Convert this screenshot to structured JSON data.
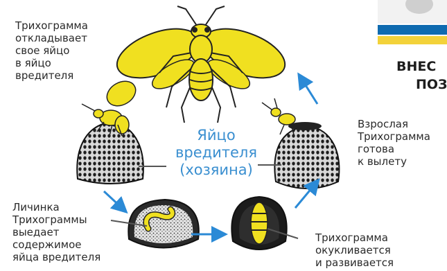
{
  "center_label": "Яйцо\nвредителя\n(хозяина)",
  "stages": {
    "lays_egg": "Трихограмма\nоткладывает\nсвое яйцо\nв яйцо\nвредителя",
    "larva_eats": "Личинка\nТрихограммы\nвыедает\nсодержимое\nяйца вредителя",
    "pupates": "Трихограмма\nокукливается\nи развивается",
    "adult_ready": "Взрослая\nТрихограмма\nготова\nк вылету"
  },
  "corner_banner": {
    "line1": "ВНЕС",
    "line2": "ПОЗ"
  },
  "colors": {
    "insect_yellow": "#f0e020",
    "arrow_blue": "#2b8ad6",
    "center_text_blue": "#3a8fd0",
    "band_blue": "#0f6bb0",
    "band_yellow": "#f3d23a"
  },
  "icons": [
    "wasp-icon",
    "wasp-on-egg-icon",
    "egg-with-larva-icon",
    "egg-with-pupa-icon",
    "adult-emerging-icon",
    "cycle-arrow-icon"
  ]
}
